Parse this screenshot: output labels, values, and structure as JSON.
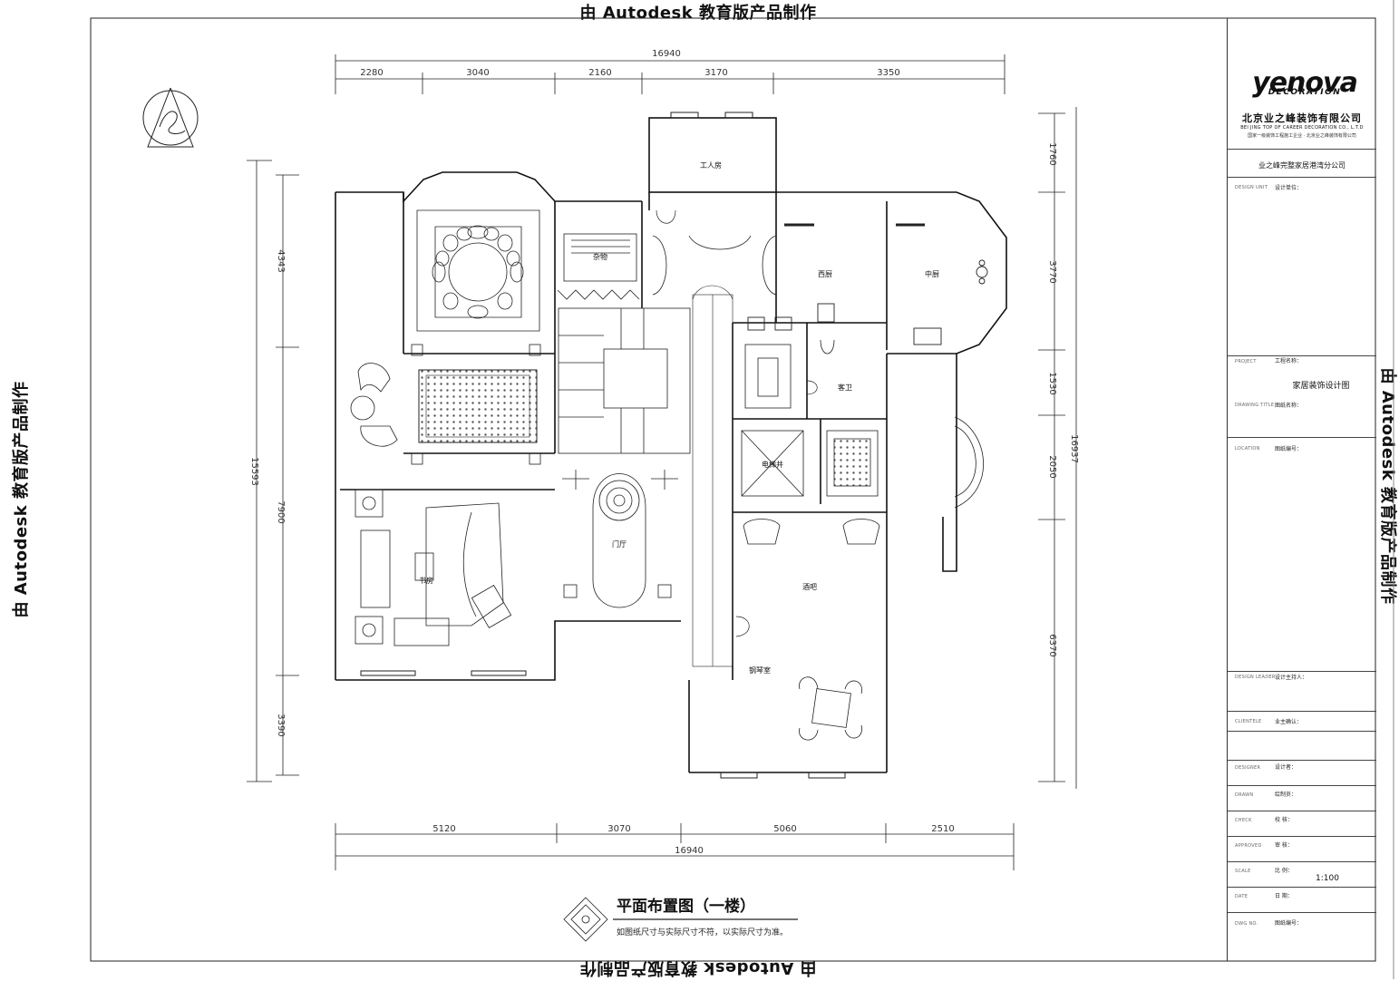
{
  "watermark": "由 Autodesk 教育版产品制作",
  "drawing": {
    "title": "平面布置图（一楼）",
    "note": "如图纸尺寸与实际尺寸不符，以实际尺寸为准。",
    "dims_top_total": "16940",
    "dims_top": [
      "2280",
      "3040",
      "2160",
      "3170",
      "3350"
    ],
    "dims_bottom_total": "16940",
    "dims_bottom": [
      "5120",
      "3070",
      "5060",
      "2510"
    ],
    "dims_left_total": "15593",
    "dims_left": [
      "4343",
      "7900",
      "3390"
    ],
    "dims_right_total": "16937",
    "dims_right": [
      "1760",
      "3770",
      "1530",
      "2050",
      "6370"
    ],
    "rooms": {
      "servant": "工人房",
      "kitchen_west": "西厨",
      "kitchen_china": "中厨",
      "guest_wc": "客卫",
      "elevator": "电梯井",
      "foyer": "门厅",
      "bar": "酒吧",
      "music": "钢琴室",
      "storage": "杂物",
      "study": "书房"
    }
  },
  "titleblock": {
    "logo": "yenova",
    "logo_sub": "DECORATION",
    "company_cn": "北京业之峰装饰有限公司",
    "company_en": "BEI JING TOP OF CAREER DECORATION CO., L.T.D",
    "slogan": "国家一级装饰工程施工企业 · 北京业之峰装饰有限公司",
    "branch": "业之峰完整家居港湾分公司",
    "rows": [
      {
        "en": "DESIGN UNIT",
        "cn": "设计单位："
      },
      {
        "en": "PROJECT",
        "cn": "工程名称："
      },
      {
        "en": "DRAWING TITLE",
        "cn": "图纸名称："
      },
      {
        "en": "LOCATION",
        "cn": "图纸编号："
      },
      {
        "en": "DESIGN LEADER",
        "cn": "设计主持人："
      },
      {
        "en": "CLIENTELE",
        "cn": "业主确认："
      },
      {
        "en": "DESIGNER",
        "cn": "设计者："
      },
      {
        "en": "DRAWN",
        "cn": "绘制员："
      },
      {
        "en": "CHECK",
        "cn": "校    核："
      },
      {
        "en": "APPROVED",
        "cn": "审    核："
      },
      {
        "en": "SCALE",
        "cn": "比    例："
      },
      {
        "en": "DATE",
        "cn": "日    期："
      },
      {
        "en": "DWG NO.",
        "cn": "图纸编号："
      }
    ],
    "project_name": "家居装饰设计图",
    "scale": "1:100"
  }
}
